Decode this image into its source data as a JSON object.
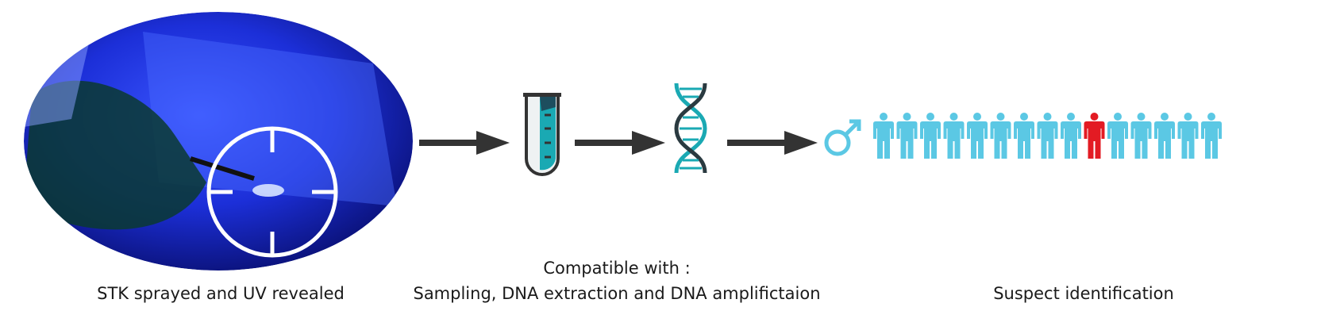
{
  "steps": {
    "uv_caption": "STK sprayed and UV revealed",
    "compat_title": "Compatible with :",
    "compat_detail": "Sampling, DNA extraction and DNA amplifictaion",
    "suspect_caption": "Suspect identification"
  },
  "icons": [
    "uv-photo",
    "crosshair-icon",
    "arrow-icon",
    "test-tube-icon",
    "dna-icon",
    "male-symbol-icon",
    "person-icon"
  ],
  "people": {
    "count": 15,
    "highlighted_index": 9
  },
  "colors": {
    "person": "#5bc8e4",
    "suspect": "#e31b23",
    "arrow": "#333333",
    "teal": "#1aa9b3",
    "uv": "#1a2fd6"
  }
}
